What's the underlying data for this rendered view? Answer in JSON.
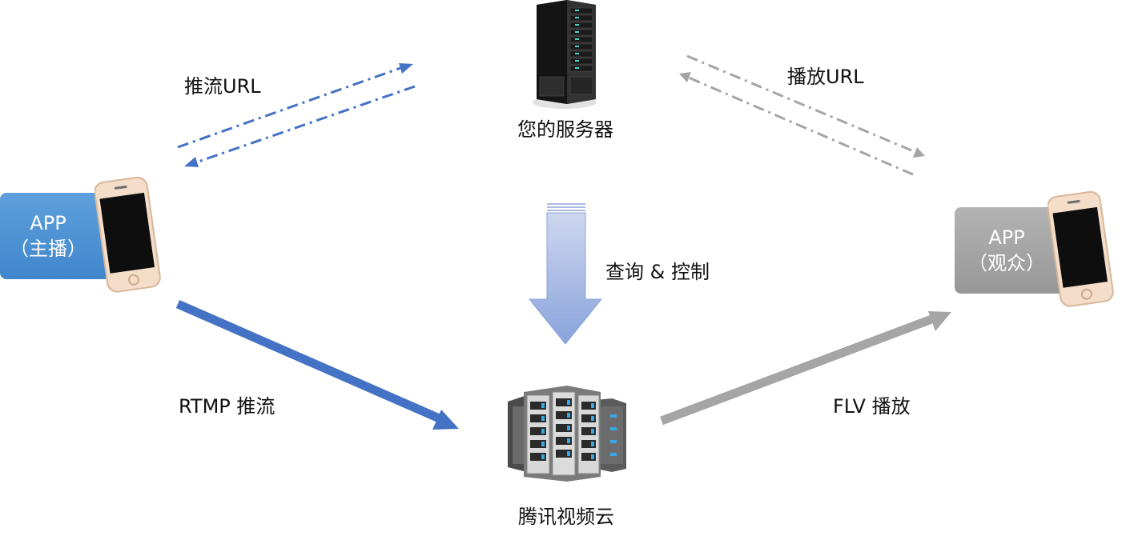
{
  "labels": {
    "push_url": "推流URL",
    "play_url": "播放URL",
    "your_server": "您的服务器",
    "query_control": "查询 & 控制",
    "rtmp_push": "RTMP 推流",
    "flv_play": "FLV 播放",
    "tencent_cloud": "腾讯视频云"
  },
  "app_host": {
    "line1": "APP",
    "line2": "（主播）"
  },
  "app_viewer": {
    "line1": "APP",
    "line2": "（观众）"
  },
  "colors": {
    "blue": "#4472c4",
    "gray": "#a5a5a5",
    "host_box": "#4a90d9",
    "viewer_box": "#a6a6a6"
  },
  "icons": [
    "server-tower-icon",
    "server-rack-icon",
    "smartphone-icon"
  ]
}
